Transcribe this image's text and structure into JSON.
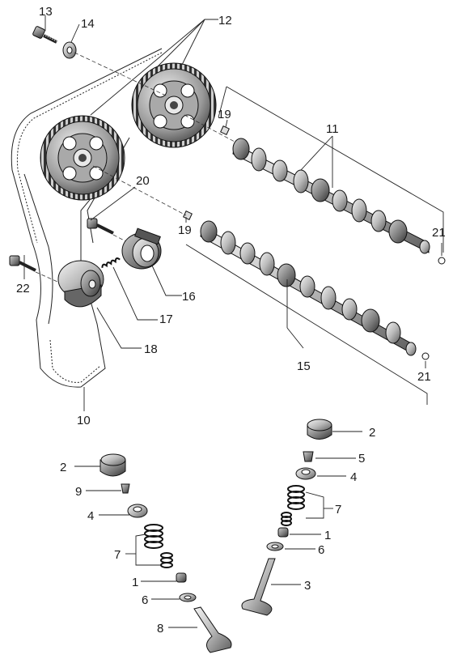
{
  "diagram": {
    "callouts": {
      "c1a": "1",
      "c1b": "1",
      "c2a": "2",
      "c2b": "2",
      "c3": "3",
      "c4a": "4",
      "c4b": "4",
      "c5": "5",
      "c6a": "6",
      "c6b": "6",
      "c7a": "7",
      "c7b": "7",
      "c8": "8",
      "c9": "9",
      "c10": "10",
      "c11": "11",
      "c12": "12",
      "c13": "13",
      "c14": "14",
      "c15": "15",
      "c16": "16",
      "c17": "17",
      "c18": "18",
      "c19a": "19",
      "c19b": "19",
      "c20": "20",
      "c21a": "21",
      "c21b": "21",
      "c22": "22"
    }
  }
}
